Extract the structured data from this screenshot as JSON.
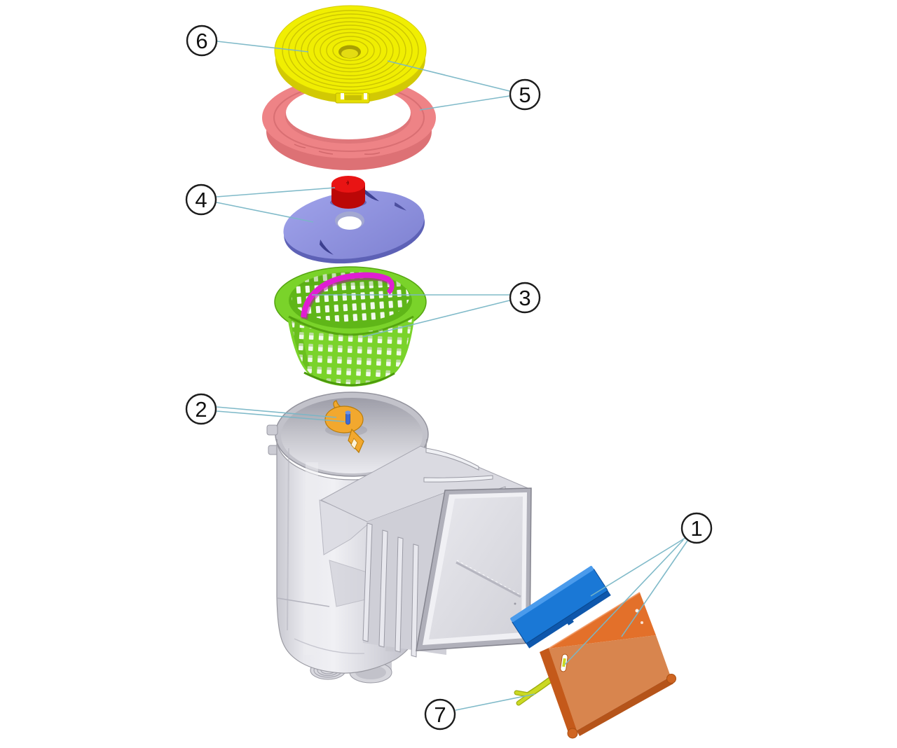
{
  "figure": {
    "type": "exploded-parts-diagram",
    "background": "#ffffff"
  },
  "callouts": [
    {
      "label": "1"
    },
    {
      "label": "2"
    },
    {
      "label": "3"
    },
    {
      "label": "4"
    },
    {
      "label": "5"
    },
    {
      "label": "6"
    },
    {
      "label": "7"
    }
  ],
  "colors": {
    "page_bg": "#ffffff",
    "leader_line": "#79b6c6",
    "callout_stroke": "#1c1c1c",
    "callout_fill": "#ffffff",
    "callout_text": "#111111",
    "lid_yellow": "#f0ee02",
    "lid_yellow_shade": "#d2c904",
    "lid_groove": "#c6bd05",
    "ring_pink": "#ee8386",
    "ring_pink_shade": "#dd7175",
    "knob_red": "#e91414",
    "knob_red_shade": "#bb0707",
    "plate_purple": "#8e91df",
    "plate_purple_shade": "#5d61b6",
    "plate_slit": "#3c3f8f",
    "basket_green": "#7ad32a",
    "basket_green_shade": "#57a713",
    "handle_magenta": "#e01ed2",
    "body_gray": "#d7d7dd",
    "body_gray_light": "#eeeef2",
    "body_gray_shade": "#b3b3bc",
    "key_orange": "#f2a82e",
    "key_outline": "#b97c08",
    "pin_blue": "#3f6cd3",
    "flap_blue": "#1a78d6",
    "flap_blue_shade": "#0e57ac",
    "door_orange": "#e3702a",
    "door_orange_light": "#d8854e",
    "door_orange_shade": "#c05a17",
    "rod_yellow": "#cbd922",
    "rod_yellow_shade": "#9fae10"
  }
}
